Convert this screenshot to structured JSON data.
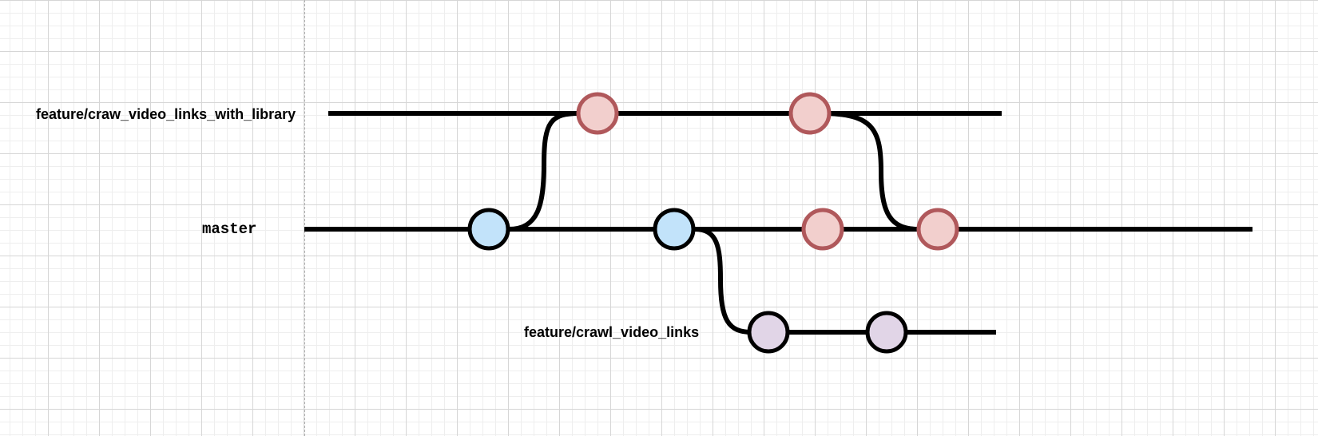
{
  "branches": {
    "feature_library": {
      "label": "feature/craw_video_links_with_library"
    },
    "master": {
      "label": "master"
    },
    "feature_crawl": {
      "label": "feature/crawl_video_links"
    }
  },
  "colors": {
    "line": "#000000",
    "master_commit_fill": "#c2e3fa",
    "master_commit_stroke": "#000000",
    "library_commit_fill": "#f2cfcd",
    "library_commit_stroke": "#b0585b",
    "crawl_commit_fill": "#e1d5e7",
    "crawl_commit_stroke": "#000000"
  },
  "commits": [
    {
      "branch": "master",
      "kind": "master"
    },
    {
      "branch": "master",
      "kind": "master"
    },
    {
      "branch": "feature_library",
      "kind": "library"
    },
    {
      "branch": "feature_library",
      "kind": "library"
    },
    {
      "branch": "master",
      "kind": "library"
    },
    {
      "branch": "master",
      "kind": "library-merge"
    },
    {
      "branch": "feature_crawl",
      "kind": "crawl"
    },
    {
      "branch": "feature_crawl",
      "kind": "crawl"
    }
  ]
}
